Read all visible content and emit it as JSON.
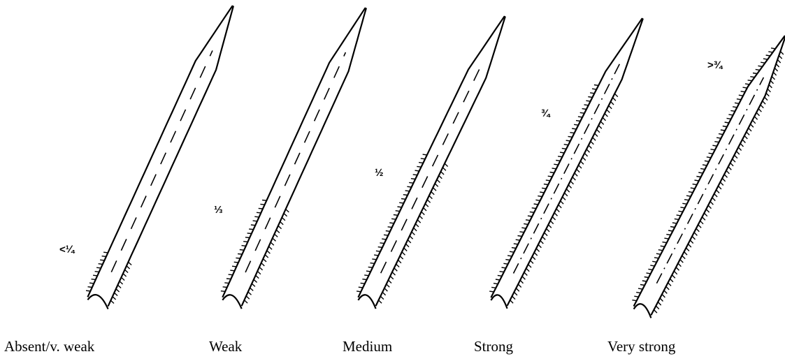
{
  "figure": {
    "stroke_color": "#000000",
    "background": "#ffffff",
    "leaves": [
      {
        "caption": "Absent/v. weak",
        "mark": "<¼",
        "hairiness_fraction": 0.15
      },
      {
        "caption": "Weak",
        "mark": "⅓",
        "hairiness_fraction": 0.33
      },
      {
        "caption": "Medium",
        "mark": "½",
        "hairiness_fraction": 0.5
      },
      {
        "caption": "Strong",
        "mark": "¾",
        "hairiness_fraction": 0.75
      },
      {
        "caption": "Very strong",
        "mark": ">¾",
        "hairiness_fraction": 0.95
      }
    ]
  }
}
